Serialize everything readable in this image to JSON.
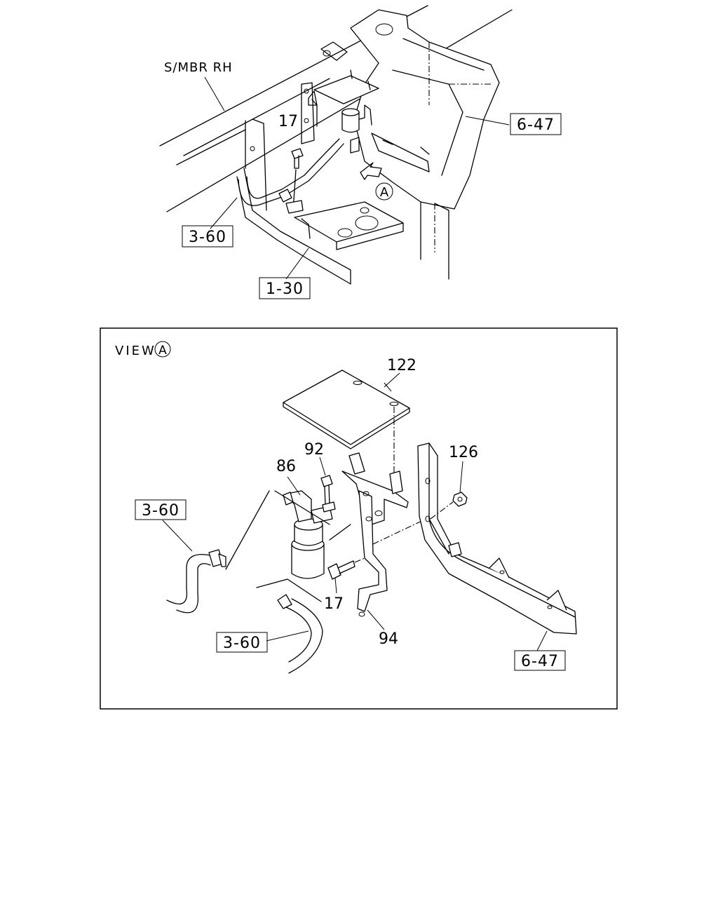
{
  "top_view": {
    "member_label": "S/MBR RH",
    "view_marker": "A",
    "callouts": {
      "bolt": "17",
      "ref_6_47": "6-47",
      "ref_3_60": "3-60",
      "ref_1_30": "1-30"
    }
  },
  "detail_view": {
    "title": "VIEW",
    "title_marker": "A",
    "callouts": {
      "cover": "122",
      "bolt_top": "92",
      "dryer": "86",
      "nut": "126",
      "ref_3_60_upper": "3-60",
      "ref_3_60_lower": "3-60",
      "bolt_bottom": "17",
      "bracket": "94",
      "ref_6_47": "6-47"
    }
  }
}
